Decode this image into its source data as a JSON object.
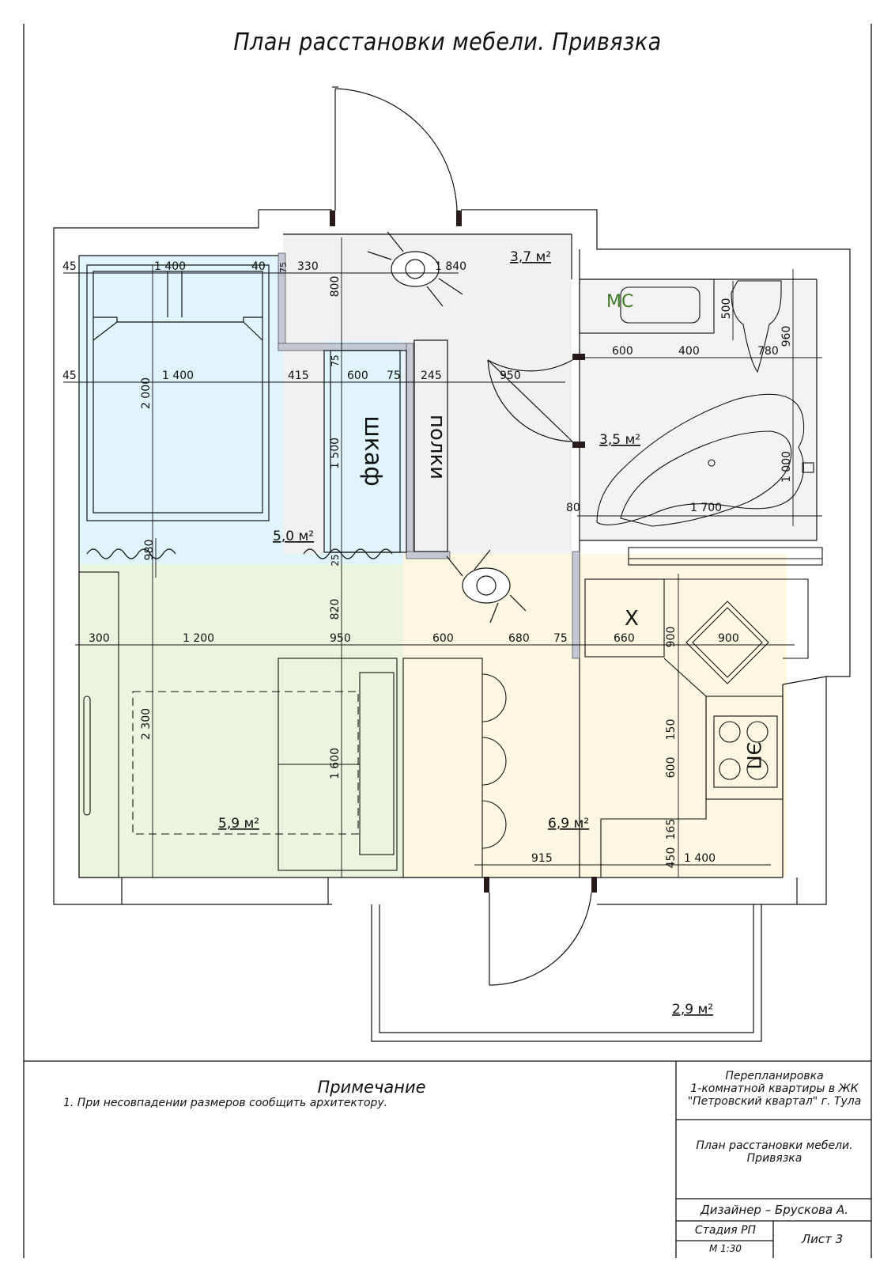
{
  "title": "План расстановки мебели. Привязка",
  "rooms": {
    "hall_area": "3,7 м²",
    "bath_area": "3,5 м²",
    "sleep_area": "5,0 м²",
    "living_area": "5,9 м²",
    "kitchen_area": "6,9 м²",
    "balcony_area": "2,9 м²"
  },
  "labels": {
    "wardrobe": "шкаф",
    "shelves": "полки",
    "mc": "МС",
    "fridge": "Х",
    "stove": "ЭП"
  },
  "dims": {
    "d45a": "45",
    "d1400a": "1 400",
    "d40": "40",
    "d75a": "75",
    "d330": "330",
    "d1840": "1 840",
    "d800": "800",
    "d45b": "45",
    "d1400b": "1 400",
    "d415": "415",
    "d600a": "600",
    "d75b": "75",
    "d245": "245",
    "d950a": "950",
    "d2000": "2 000",
    "d75v": "75",
    "d1500": "1 500",
    "d600b": "600",
    "d400": "400",
    "d780": "780",
    "d500": "500",
    "d960": "960",
    "d1000": "1 000",
    "d80": "80",
    "d1700": "1 700",
    "d980": "980",
    "d25": "25",
    "d820": "820",
    "d300": "300",
    "d1200": "1 200",
    "d950b": "950",
    "d600c": "600",
    "d680": "680",
    "d75c": "75",
    "d660": "660",
    "d900v": "900",
    "d900": "900",
    "d2300": "2 300",
    "d1600": "1 600",
    "d150": "150",
    "d600v": "600",
    "d165": "165",
    "d450": "450",
    "d915": "915",
    "d1400c": "1 400"
  },
  "notes": {
    "heading": "Примечание",
    "item1": "1. При несовпадении размеров сообщить архитектору."
  },
  "title_block": {
    "project": "Перепланировка\n1-комнатной квартиры в ЖК\n\"Петровский квартал\" г. Тула",
    "sheet_title": "План расстановки мебели.\nПривязка",
    "designer": "Дизайнер – Брускова А.",
    "stage": "Стадия РП",
    "scale": "М 1:30",
    "sheet": "Лист 3"
  },
  "colors": {
    "sleep_zone": "#dff4fb",
    "living_zone": "#ebf5dd",
    "kitchen_zone": "#fdf7e2",
    "hall_zone": "#f1f1f1",
    "wall": "#111111",
    "partition": "#9aa0b0",
    "mc_text": "#3e7a28"
  }
}
